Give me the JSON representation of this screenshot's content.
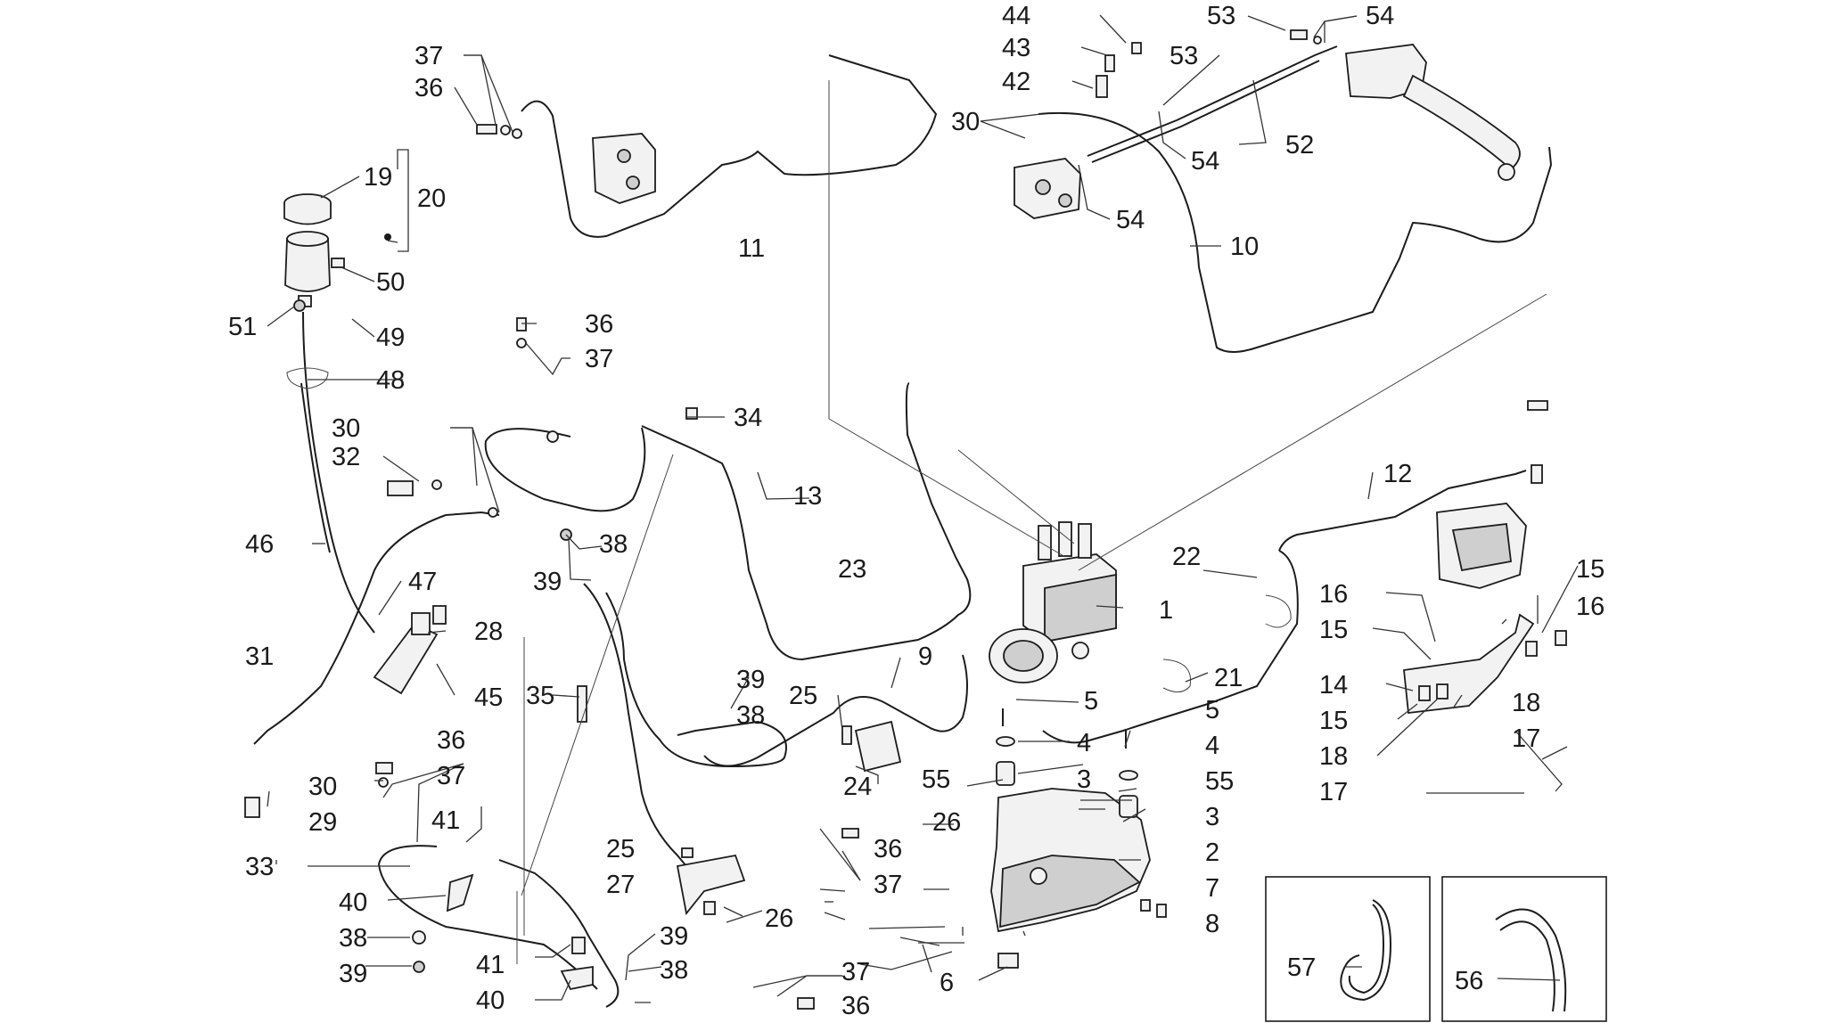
{
  "callouts": [
    {
      "id": "c44",
      "text": "44"
    },
    {
      "id": "c43",
      "text": "43"
    },
    {
      "id": "c42",
      "text": "42"
    },
    {
      "id": "c53a",
      "text": "53"
    },
    {
      "id": "c53b",
      "text": "53"
    },
    {
      "id": "c54a",
      "text": "54"
    },
    {
      "id": "c54b",
      "text": "54"
    },
    {
      "id": "c54c",
      "text": "54"
    },
    {
      "id": "c52",
      "text": "52"
    },
    {
      "id": "c30a",
      "text": "30"
    },
    {
      "id": "c10",
      "text": "10"
    },
    {
      "id": "c37a",
      "text": "37"
    },
    {
      "id": "c36a",
      "text": "36"
    },
    {
      "id": "c19",
      "text": "19"
    },
    {
      "id": "c20",
      "text": "20"
    },
    {
      "id": "c50",
      "text": "50"
    },
    {
      "id": "c11",
      "text": "11"
    },
    {
      "id": "c51",
      "text": "51"
    },
    {
      "id": "c49",
      "text": "49"
    },
    {
      "id": "c48",
      "text": "48"
    },
    {
      "id": "c36b",
      "text": "36"
    },
    {
      "id": "c37b",
      "text": "37"
    },
    {
      "id": "c34",
      "text": "34"
    },
    {
      "id": "c30b",
      "text": "30"
    },
    {
      "id": "c32",
      "text": "32"
    },
    {
      "id": "c13",
      "text": "13"
    },
    {
      "id": "c46",
      "text": "46"
    },
    {
      "id": "c38a",
      "text": "38"
    },
    {
      "id": "c39a",
      "text": "39"
    },
    {
      "id": "c23",
      "text": "23"
    },
    {
      "id": "c47",
      "text": "47"
    },
    {
      "id": "c28",
      "text": "28"
    },
    {
      "id": "c31",
      "text": "31"
    },
    {
      "id": "c45",
      "text": "45"
    },
    {
      "id": "c12",
      "text": "12"
    },
    {
      "id": "c22",
      "text": "22"
    },
    {
      "id": "c1",
      "text": "1"
    },
    {
      "id": "c9",
      "text": "9"
    },
    {
      "id": "c15a",
      "text": "15"
    },
    {
      "id": "c16a",
      "text": "16"
    },
    {
      "id": "c16b",
      "text": "16"
    },
    {
      "id": "c15b",
      "text": "15"
    },
    {
      "id": "c21",
      "text": "21"
    },
    {
      "id": "c35",
      "text": "35"
    },
    {
      "id": "c39b",
      "text": "39"
    },
    {
      "id": "c25a",
      "text": "25"
    },
    {
      "id": "c5a",
      "text": "5"
    },
    {
      "id": "c14",
      "text": "14"
    },
    {
      "id": "c38b",
      "text": "38"
    },
    {
      "id": "c18a",
      "text": "18"
    },
    {
      "id": "c15c",
      "text": "15"
    },
    {
      "id": "c17a",
      "text": "17"
    },
    {
      "id": "c5b",
      "text": "5"
    },
    {
      "id": "c36c",
      "text": "36"
    },
    {
      "id": "c4a",
      "text": "4"
    },
    {
      "id": "c4b",
      "text": "4"
    },
    {
      "id": "c18b",
      "text": "18"
    },
    {
      "id": "c30c",
      "text": "30"
    },
    {
      "id": "c24",
      "text": "24"
    },
    {
      "id": "c55a",
      "text": "55"
    },
    {
      "id": "c3a",
      "text": "3"
    },
    {
      "id": "c55b",
      "text": "55"
    },
    {
      "id": "c17b",
      "text": "17"
    },
    {
      "id": "c37c",
      "text": "37"
    },
    {
      "id": "c29",
      "text": "29"
    },
    {
      "id": "c26a",
      "text": "26"
    },
    {
      "id": "c41a",
      "text": "41"
    },
    {
      "id": "c3b",
      "text": "3"
    },
    {
      "id": "c25b",
      "text": "25"
    },
    {
      "id": "c36d",
      "text": "36"
    },
    {
      "id": "c2",
      "text": "2"
    },
    {
      "id": "c33",
      "text": "33"
    },
    {
      "id": "c27",
      "text": "27"
    },
    {
      "id": "c37d",
      "text": "37"
    },
    {
      "id": "c40a",
      "text": "40"
    },
    {
      "id": "c7",
      "text": "7"
    },
    {
      "id": "c26b",
      "text": "26"
    },
    {
      "id": "c8",
      "text": "8"
    },
    {
      "id": "c38c",
      "text": "38"
    },
    {
      "id": "c39c",
      "text": "39"
    },
    {
      "id": "c39d",
      "text": "39"
    },
    {
      "id": "c41b",
      "text": "41"
    },
    {
      "id": "c38d",
      "text": "38"
    },
    {
      "id": "c37e",
      "text": "37"
    },
    {
      "id": "c57",
      "text": "57"
    },
    {
      "id": "c6",
      "text": "6"
    },
    {
      "id": "c56",
      "text": "56"
    },
    {
      "id": "c40b",
      "text": "40"
    },
    {
      "id": "c36e",
      "text": "36"
    }
  ]
}
